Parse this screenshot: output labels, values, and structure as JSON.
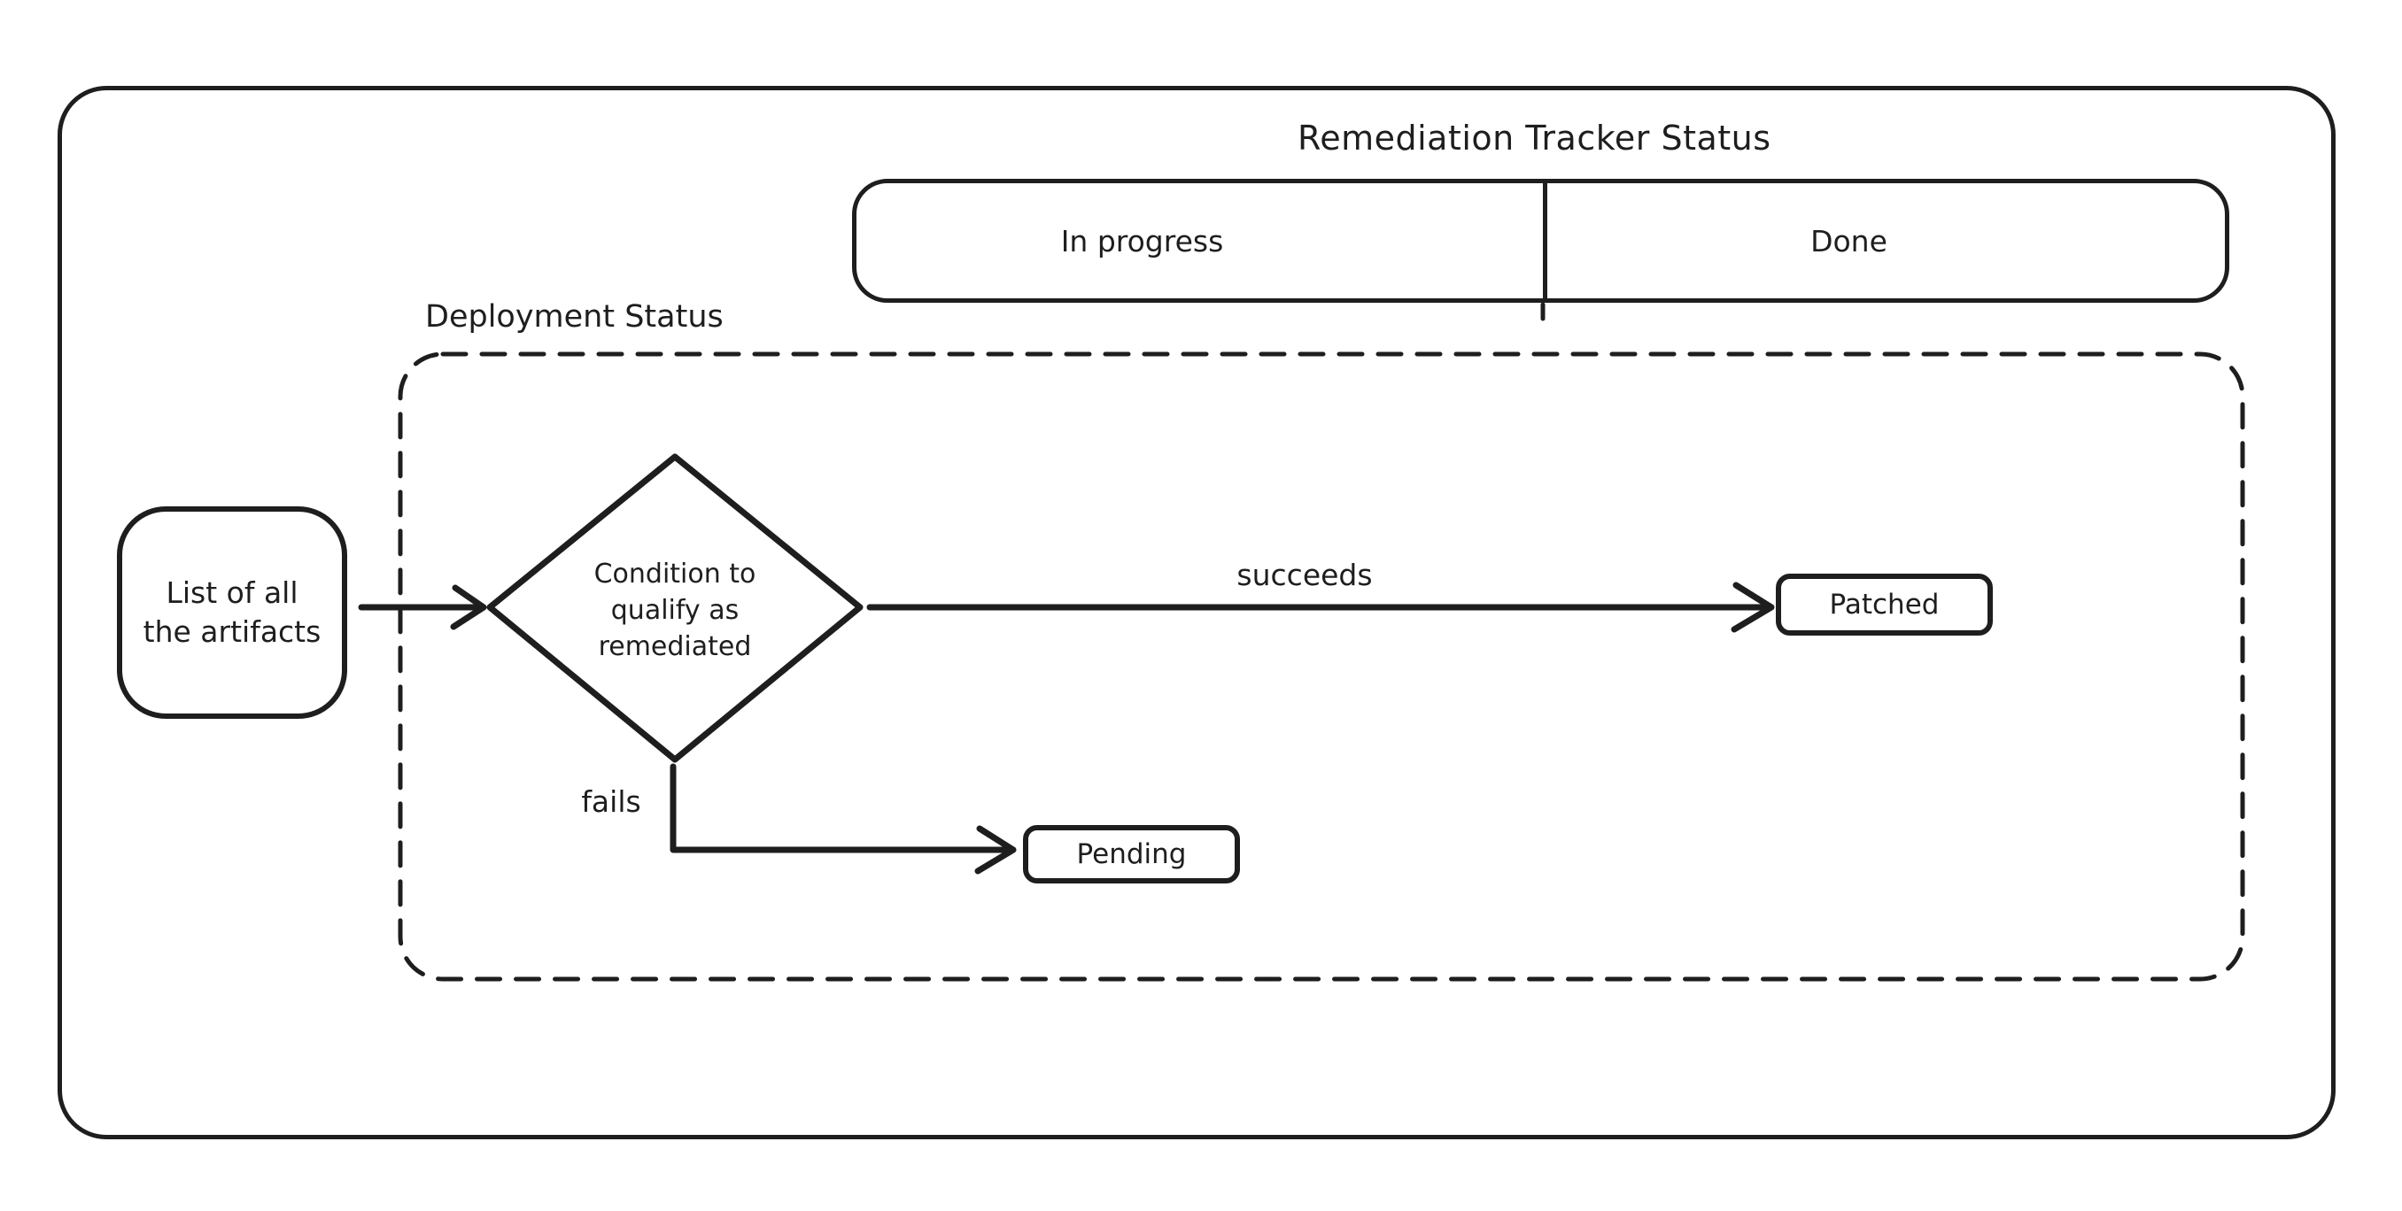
{
  "diagram": {
    "background": "#ffffff",
    "stroke_color": "#1e1e1e",
    "title": "Remediation Tracker Status",
    "tracker": {
      "in_progress_label": "In progress",
      "done_label": "Done"
    },
    "deployment_group_label": "Deployment Status",
    "artifacts_node": {
      "line1": "List of all",
      "line2": "the artifacts"
    },
    "condition_node": {
      "line1": "Condition to",
      "line2": "qualify as",
      "line3": "remediated"
    },
    "patched_node_label": "Patched",
    "pending_node_label": "Pending",
    "succeeds_edge_label": "succeeds",
    "fails_edge_label": "fails"
  }
}
